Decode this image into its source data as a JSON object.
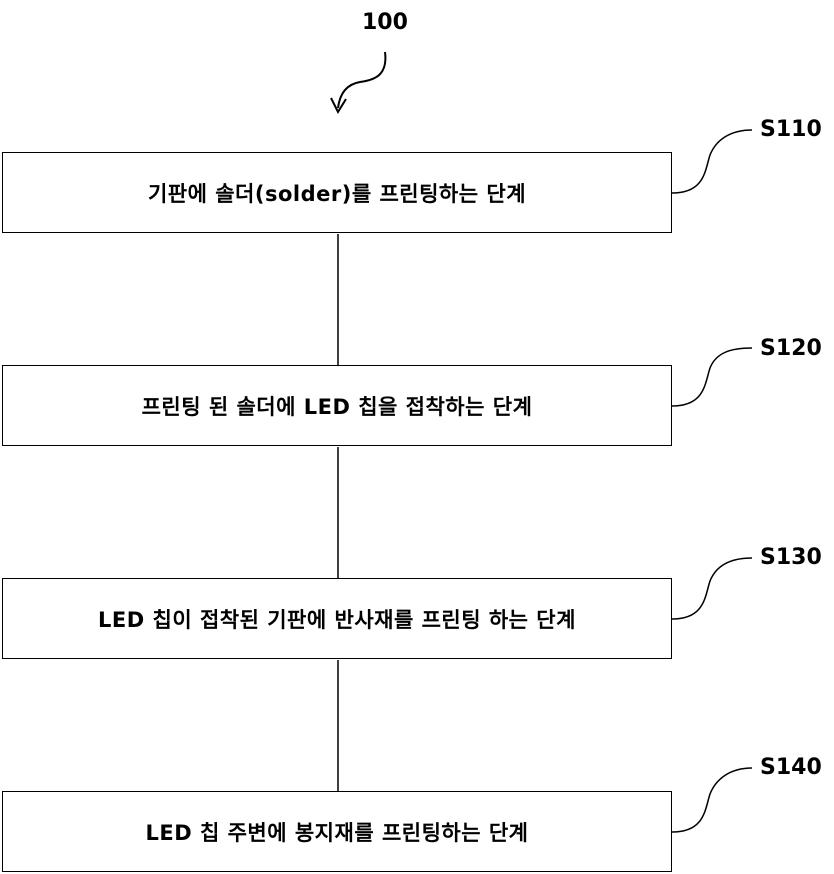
{
  "diagram": {
    "reference_label": "100",
    "steps": [
      {
        "id": "S110",
        "text": "기판에 솔더(solder)를 프린팅하는 단계"
      },
      {
        "id": "S120",
        "text": "프린팅 된 솔더에 LED 칩을 접착하는 단계"
      },
      {
        "id": "S130",
        "text": "LED 칩이 접착된 기판에 반사재를 프린팅 하는 단계"
      },
      {
        "id": "S140",
        "text": "LED 칩 주변에 봉지재를 프린팅하는 단계"
      }
    ]
  }
}
